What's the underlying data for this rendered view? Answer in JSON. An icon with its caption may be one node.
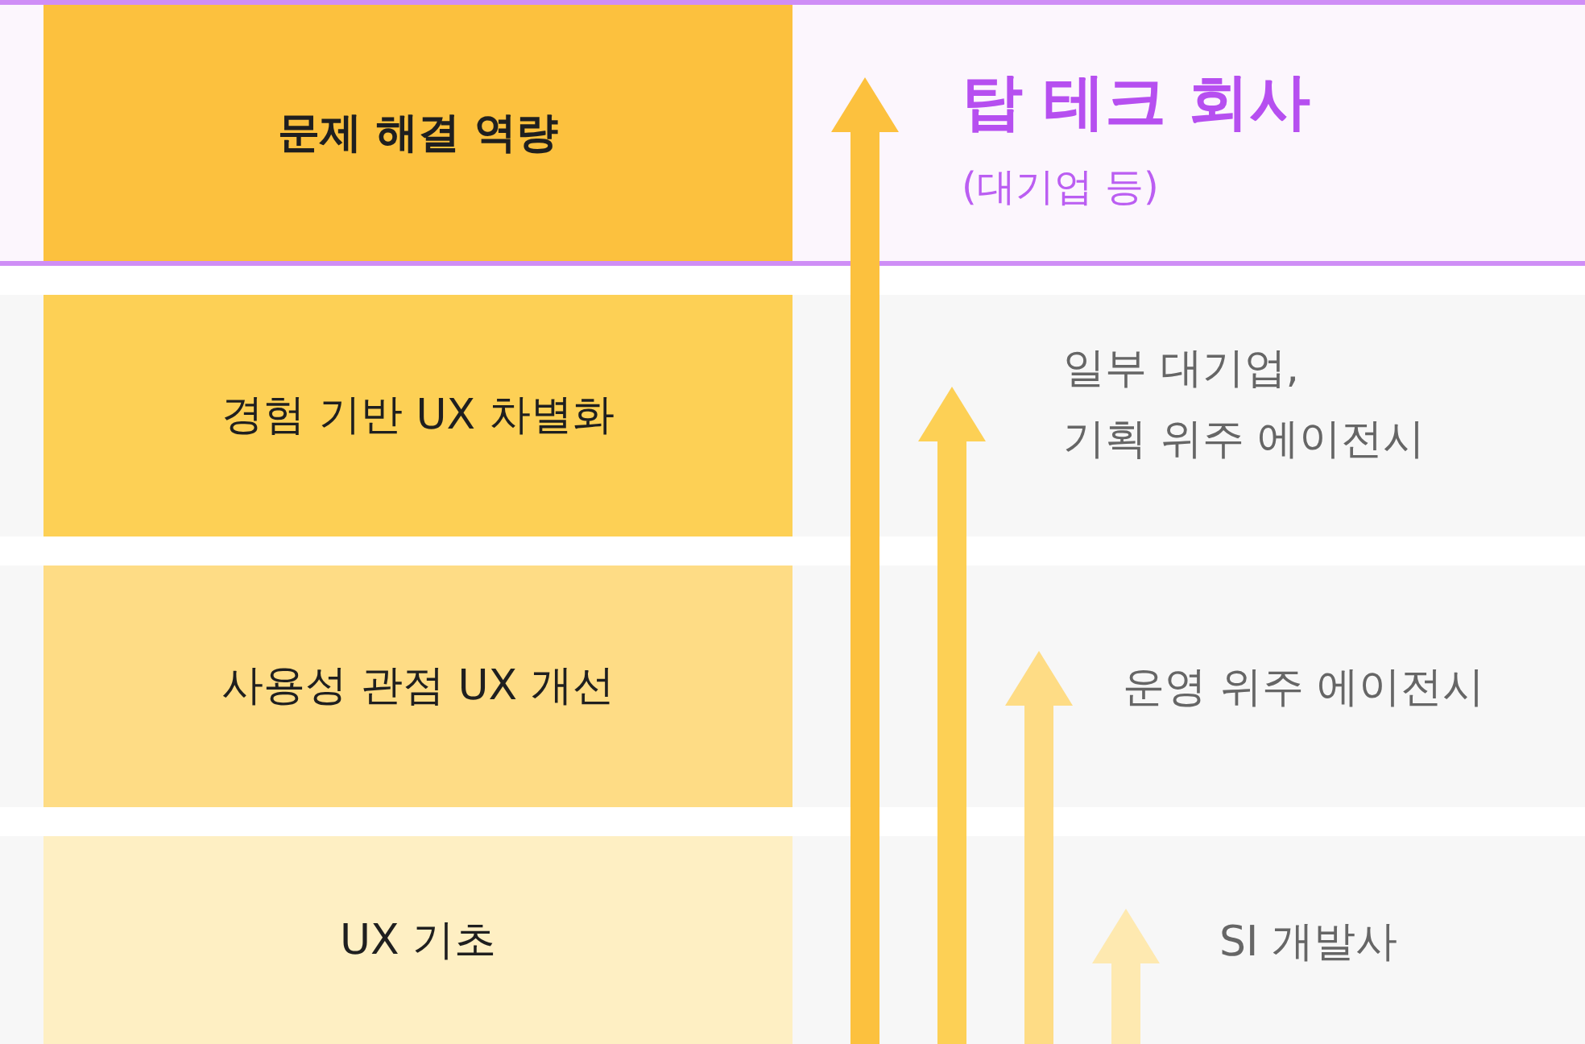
{
  "diagram": {
    "nodes": [
      {
        "text": [
          "탑 테크 회사",
          "(대기업 등)"
        ]
      },
      {
        "text": [
          "문제 해결 역량"
        ],
        "in": 0
      },
      {
        "text": [
          "일부 대기업, 기획 위주 에이전시"
        ]
      },
      {
        "text": [
          "경험 기반 UX 차별화"
        ],
        "in": 2
      },
      {
        "text": [
          "운영 위주 에이전시"
        ]
      },
      {
        "text": [
          "사용성 관점 UX 개선"
        ],
        "in": 4
      },
      {
        "text": [
          "SI 개발사"
        ]
      },
      {
        "text": [
          "UX 기초"
        ],
        "in": 6
      }
    ]
  }
}
